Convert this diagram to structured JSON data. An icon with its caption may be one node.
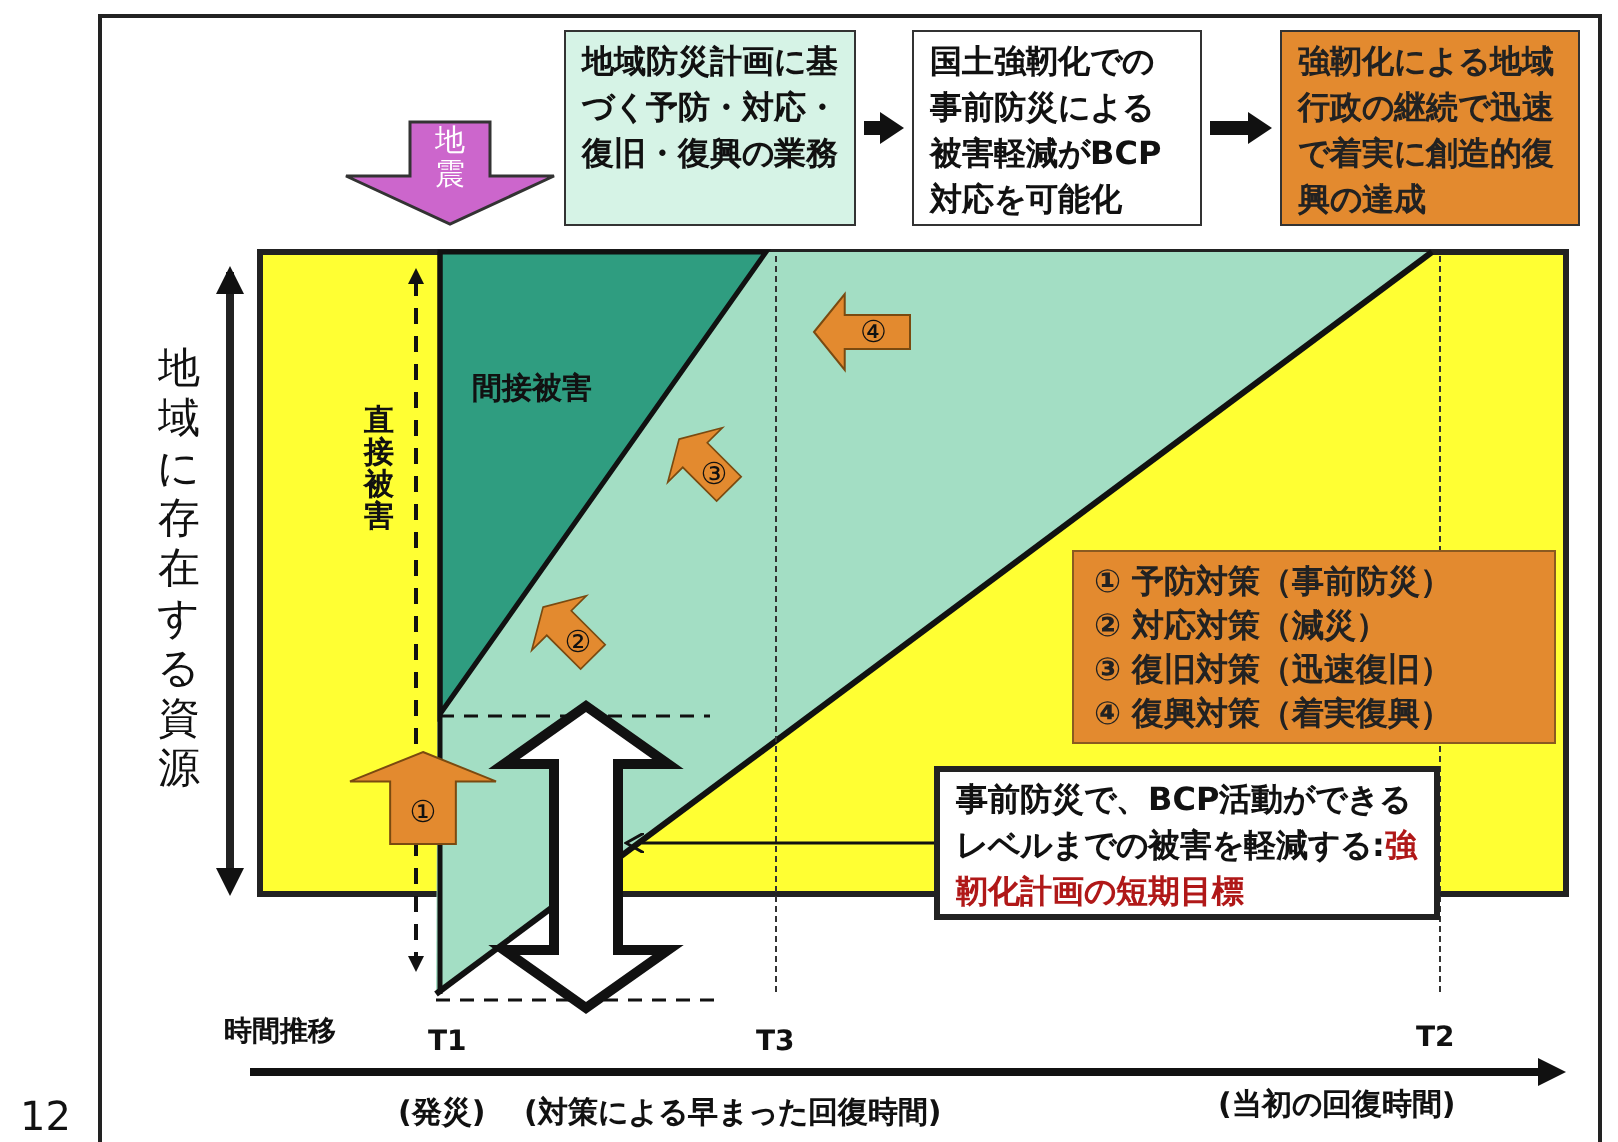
{
  "diagram": {
    "nodes": [
      {
        "text": [
          "地域防災計画に基づく予防・対応・復旧・復興の業務"
        ]
      },
      {
        "text": [
          "国土強靭化での事前防災による被害軽減がBCP対応を可能化"
        ]
      },
      {
        "text": [
          "強靭化による地域行政の継続で迅速で着実に創造的復興の達成"
        ]
      },
      {
        "text": [
          "地震"
        ]
      },
      {
        "text": [
          "① 予防対策（事前防災）",
          "② 対応対策（減災）",
          "③ 復旧対策（迅速復旧）",
          "④ 復興対策（着実復興）"
        ]
      },
      {
        "text": [
          "事前防災で、BCP活動ができるレベルまでの被害を軽減する:",
          "強靭化計画の短期目標"
        ]
      },
      {
        "text": [
          "①"
        ]
      },
      {
        "text": [
          "②"
        ]
      },
      {
        "text": [
          "③"
        ]
      },
      {
        "text": [
          "④"
        ]
      },
      {
        "text": [],
        "shape": "arrow"
      }
    ],
    "edges": [
      {
        "from": 0,
        "to": 1,
        "arrow": "to"
      },
      {
        "from": 1,
        "to": 2,
        "arrow": "to"
      },
      {
        "from": 5,
        "to": 10,
        "arrow": "to"
      }
    ],
    "labels": [
      "地域に存在する資源",
      "直接被害",
      "間接被害",
      "時間推移",
      "T1",
      "T3",
      "T2",
      "12",
      "(発災)",
      "(対策による早まった回復時間)",
      "(当初の回復時間)"
    ]
  }
}
